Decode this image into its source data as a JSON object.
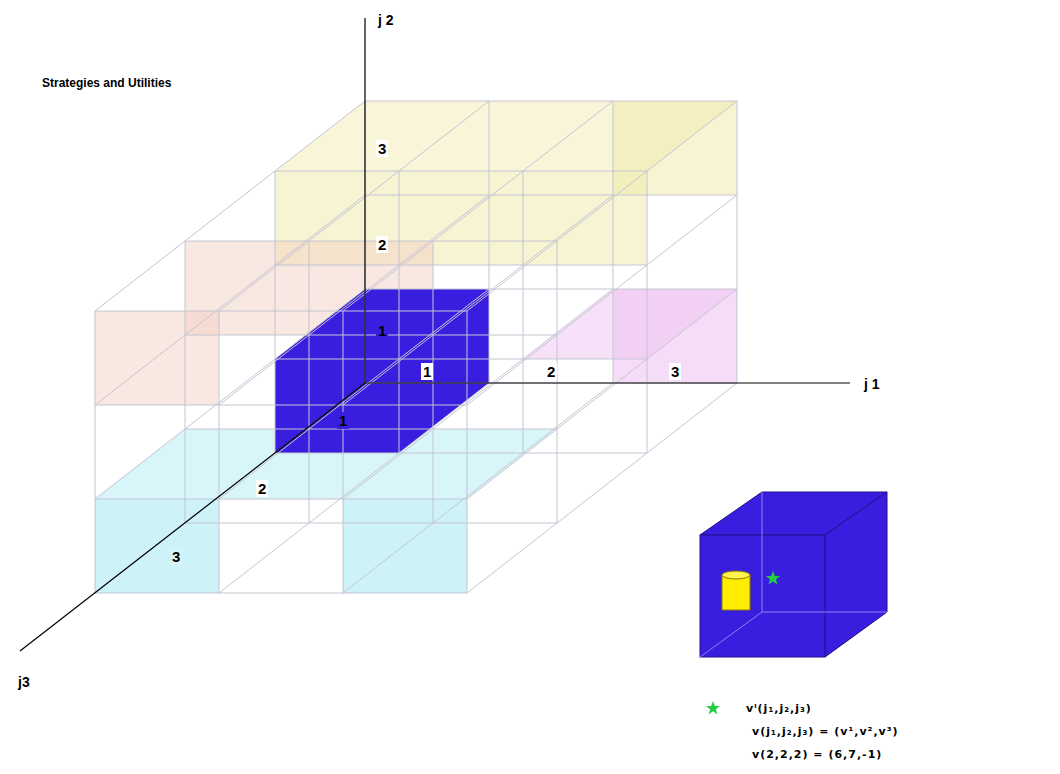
{
  "diagram": {
    "title": "Strategies and Utilities",
    "labels": [
      "j 2",
      "3",
      "2",
      "1",
      "1",
      "2",
      "3",
      "j 1",
      "1",
      "2",
      "3",
      "j3",
      "v(j₁,j₂,j₃) = (v¹,v²,v³)",
      "v(2,2,2) = (6,7,-1)"
    ],
    "legend": [
      {
        "text": "vⁱ(j₁,j₂,j₃)"
      }
    ]
  }
}
